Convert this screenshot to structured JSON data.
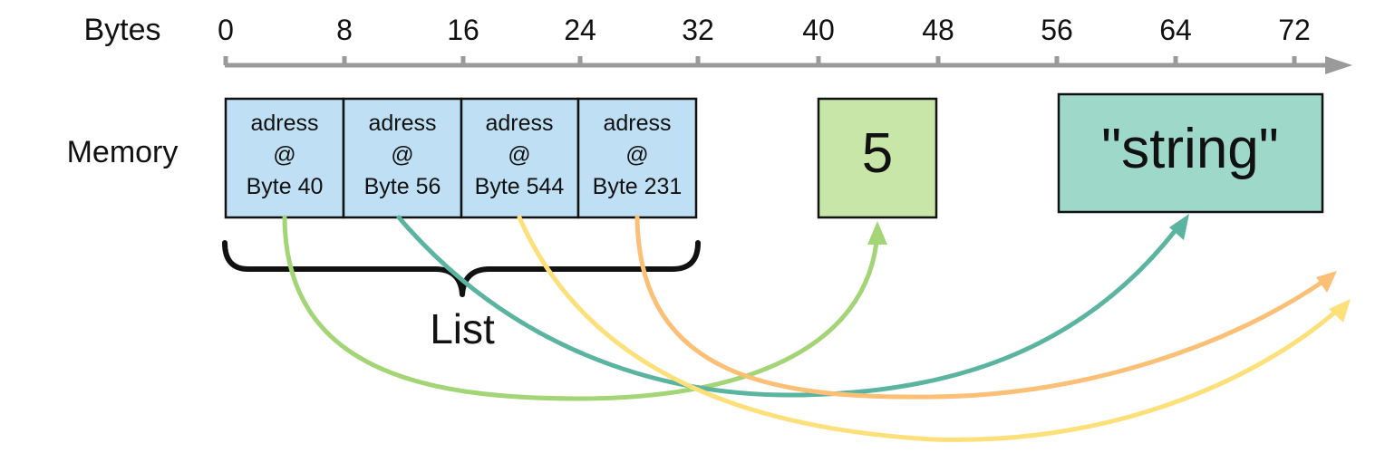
{
  "axis": {
    "label": "Bytes",
    "ticks": [
      "0",
      "8",
      "16",
      "24",
      "32",
      "40",
      "48",
      "56",
      "64",
      "72"
    ]
  },
  "memory_label": "Memory",
  "list_cells": [
    {
      "line1": "adress",
      "line2": "@",
      "line3": "Byte 40"
    },
    {
      "line1": "adress",
      "line2": "@",
      "line3": "Byte 56"
    },
    {
      "line1": "adress",
      "line2": "@",
      "line3": "Byte 544"
    },
    {
      "line1": "adress",
      "line2": "@",
      "line3": "Byte 231"
    }
  ],
  "int_box": {
    "text": "5"
  },
  "string_box": {
    "text": "\"string\""
  },
  "list_label": "List",
  "colors": {
    "axis": "#9a9a9a",
    "cell_fill": "#bfe0f4",
    "int_fill": "#c8e6a8",
    "string_fill": "#9ed8c8",
    "arrow_green": "#a3d475",
    "arrow_teal": "#5ab4a0",
    "arrow_yellow": "#fde07a",
    "arrow_orange": "#fbbf75"
  }
}
